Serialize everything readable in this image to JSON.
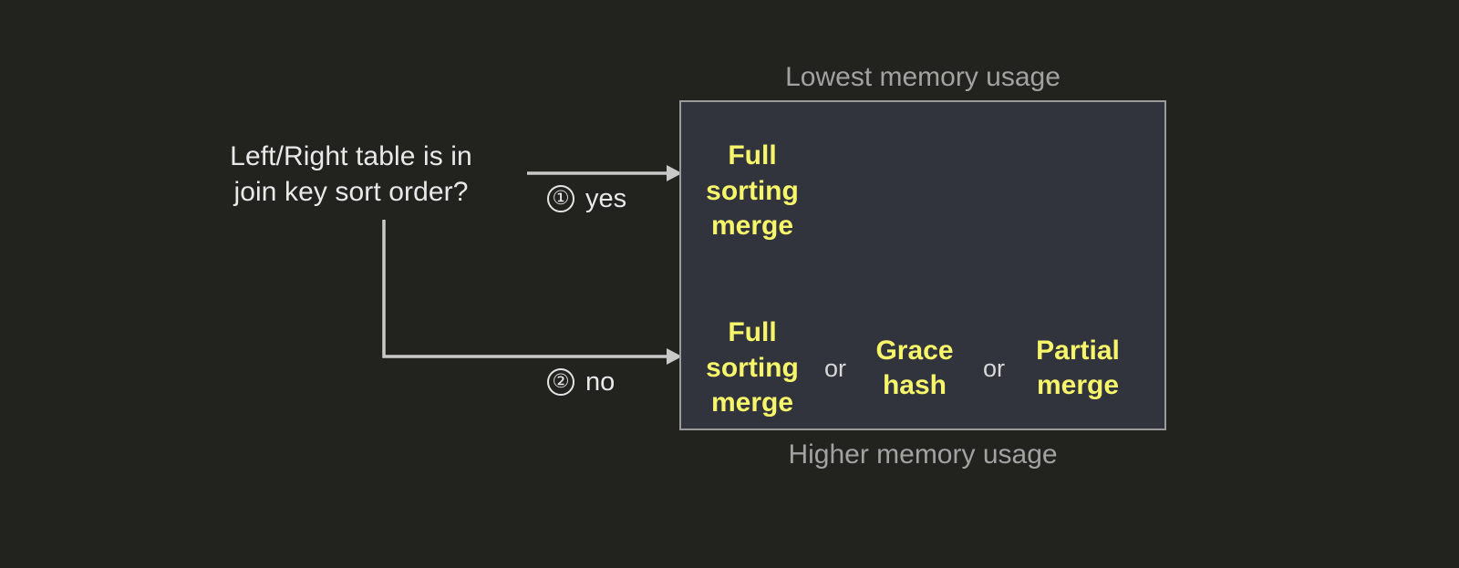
{
  "diagram": {
    "question": "Left/Right table is in\njoin key sort order?",
    "branches": [
      {
        "num": "①",
        "label": "yes"
      },
      {
        "num": "②",
        "label": "no"
      }
    ],
    "captions": {
      "top": "Lowest memory usage",
      "bottom": "Higher memory usage"
    },
    "rows": [
      {
        "name": "sorted-branch-options",
        "options": [
          "Full\nsorting\nmerge"
        ],
        "separators": []
      },
      {
        "name": "unsorted-branch-options",
        "options": [
          "Full\nsorting\nmerge",
          "Grace\nhash",
          "Partial\nmerge"
        ],
        "separators": [
          "or",
          "or"
        ]
      }
    ],
    "colors": {
      "background": "#22231f",
      "box_fill": "#31343d",
      "box_border": "#9a9a9a",
      "option_text": "#f7f56a",
      "primary_text": "#e9e9e9",
      "caption_text": "#a2a2a2",
      "connector": "#c9c9c9"
    }
  }
}
